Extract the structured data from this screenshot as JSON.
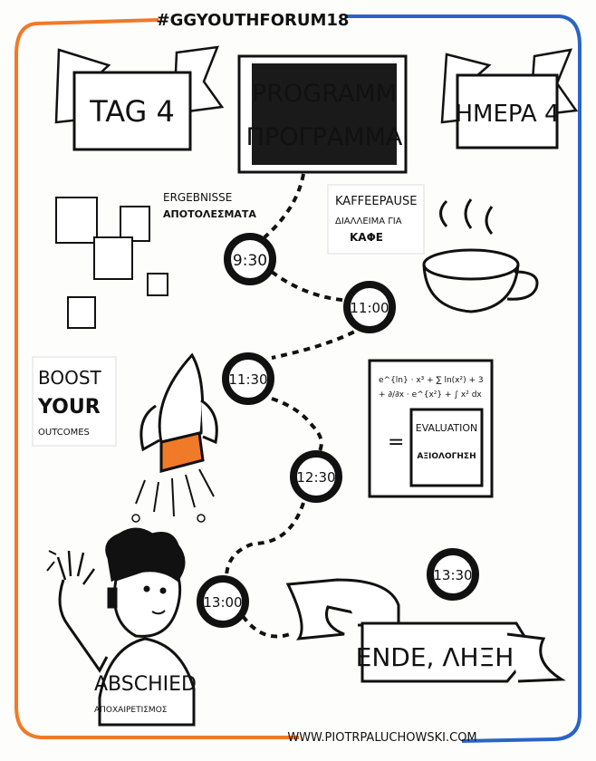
{
  "hashtag": "#GGYOUTHFORUM18",
  "day_de": "TAG 4",
  "day_gr": "HMEPA 4",
  "title_de": "PROGRAMM",
  "title_gr": "ΠΡΟΓΡΑΜΜΑ",
  "results_de": "ERGEBNISSE",
  "results_gr": "ΑΠΟΤΟΛΕΣΜΑΤΑ",
  "coffee_de": "KAFFEEPAUSE",
  "coffee_gr_line1": "ΔΙΑΛΛΕΙΜΑ ΓΙΑ",
  "coffee_gr_line2": "ΚΑΦΕ",
  "boost_line1": "BOOST",
  "boost_line2": "YOUR",
  "boost_line3": "OUTCOMES",
  "times": [
    "9:30",
    "11:00",
    "11:30",
    "12:30",
    "13:00",
    "13:30"
  ],
  "evaluation_de": "EVALUATION",
  "evaluation_gr": "ΑΞΙΟΛΟΓΗΣΗ",
  "equals": "=",
  "formula_line1": "e^{ln} · x³ + ∑ ln(x²) + 3",
  "formula_line2": "+ ∂/∂x · e^{x²} + ∫ x² dx",
  "goodbye_de": "ABSCHIED",
  "goodbye_gr": "ΑΠΟΧΑΙΡΕΤΙΣΜΟΣ",
  "end_text": "ENDE, ΛΗΞΗ",
  "footer_url": "WWW.PIOTRPALUCHOWSKI.COM",
  "colors": {
    "orange": "#f07a28",
    "blue": "#2a64c6",
    "ink": "#111111"
  }
}
